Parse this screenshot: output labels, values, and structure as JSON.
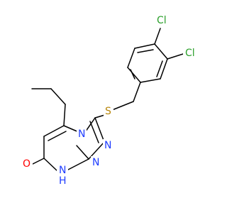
{
  "molecule": {
    "atoms": [
      {
        "id": "cl1",
        "label": "Cl",
        "color": "#2ca02c"
      },
      {
        "id": "cl2",
        "label": "Cl",
        "color": "#2ca02c"
      },
      {
        "id": "s",
        "label": "S",
        "color": "#b8860b"
      },
      {
        "id": "n4",
        "label": "N",
        "color": "#1f3dff"
      },
      {
        "id": "n2a",
        "label": "N",
        "color": "#1f3dff"
      },
      {
        "id": "n2b",
        "label": "N",
        "color": "#1f3dff"
      },
      {
        "id": "nh",
        "label": "N",
        "sublabel": "H",
        "color": "#1f3dff"
      },
      {
        "id": "o",
        "label": "O",
        "color": "#ff0000"
      }
    ]
  }
}
